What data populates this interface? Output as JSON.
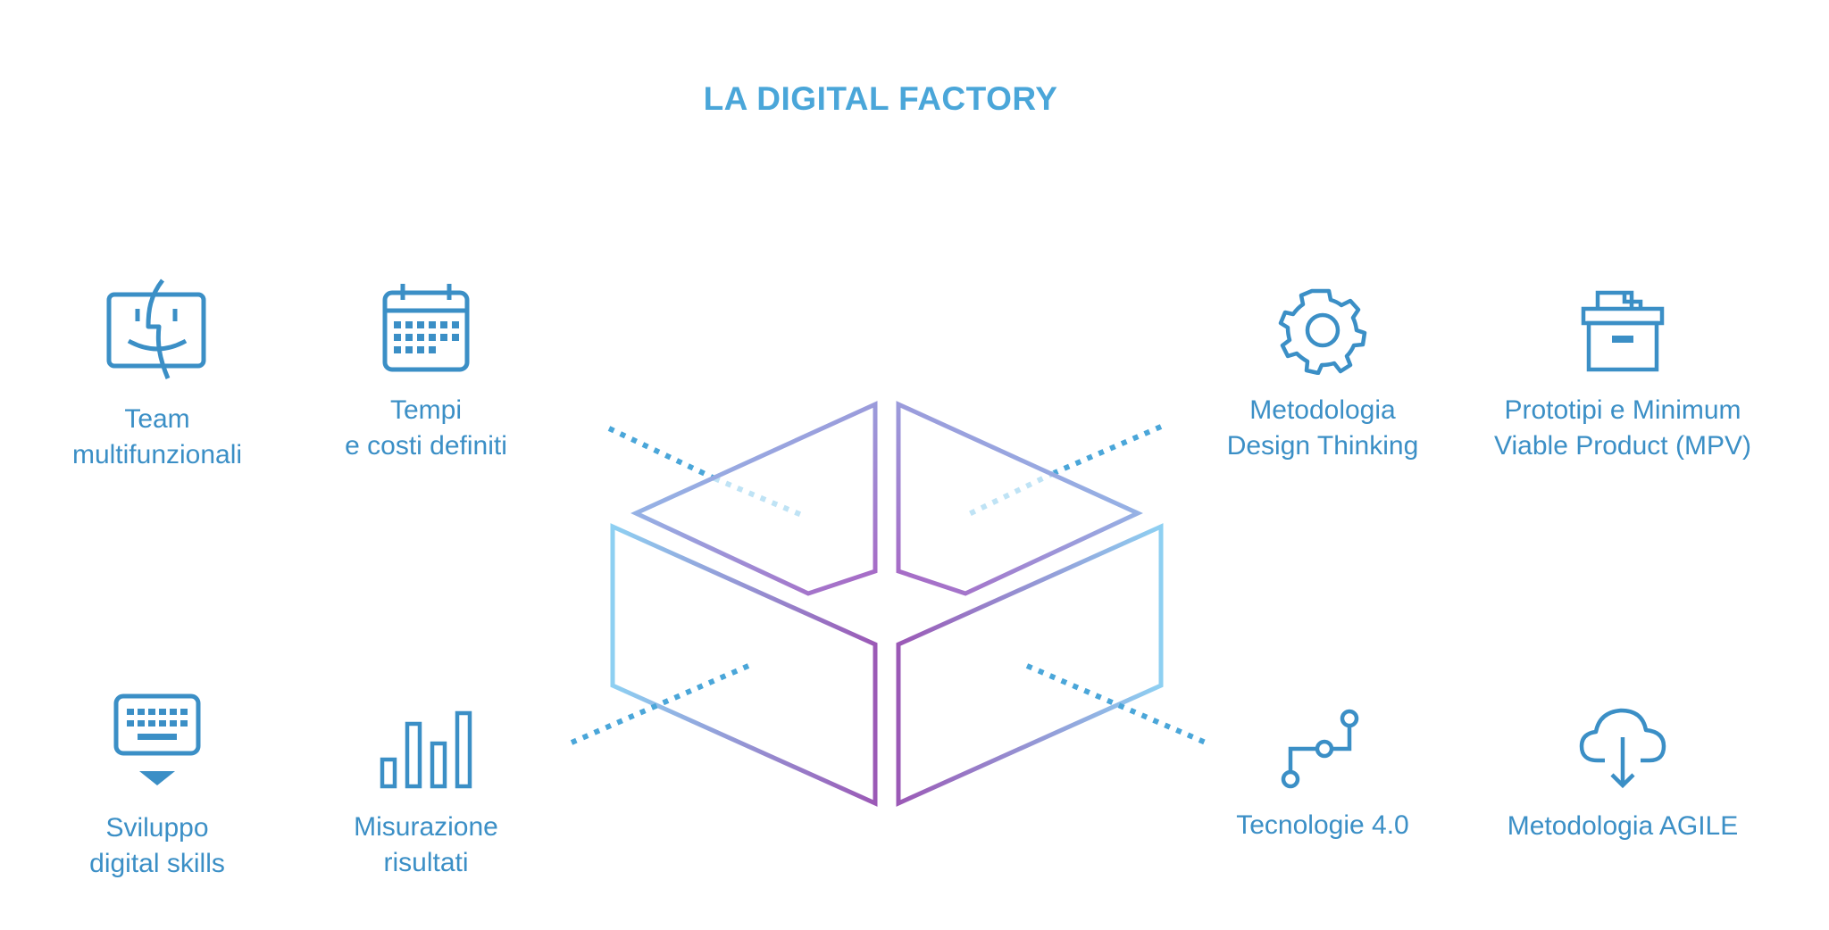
{
  "title": "LA DIGITAL FACTORY",
  "colors": {
    "title": "#4aa6d9",
    "text": "#3b8fc6",
    "icon": "#3b8fc6",
    "box_light": "#8ed0f2",
    "box_purple": "#9b59b6",
    "dots": "#4aa6d9"
  },
  "features": {
    "team": {
      "label": "Team\nmultifunzionali",
      "icon": "finder-face-icon"
    },
    "tempi": {
      "label": "Tempi\ne costi definiti",
      "icon": "calendar-icon"
    },
    "design": {
      "label": "Metodologia\nDesign Thinking",
      "icon": "gear-icon"
    },
    "proto": {
      "label": "Prototipi e Minimum\nViable Product (MPV)",
      "icon": "archive-box-icon"
    },
    "skills": {
      "label": "Sviluppo\ndigital skills",
      "icon": "keyboard-icon"
    },
    "misura": {
      "label": "Misurazione\nrisultati",
      "icon": "bar-chart-icon"
    },
    "tecno": {
      "label": "Tecnologie 4.0",
      "icon": "node-path-icon"
    },
    "agile": {
      "label": "Metodologia AGILE",
      "icon": "cloud-download-icon"
    }
  }
}
